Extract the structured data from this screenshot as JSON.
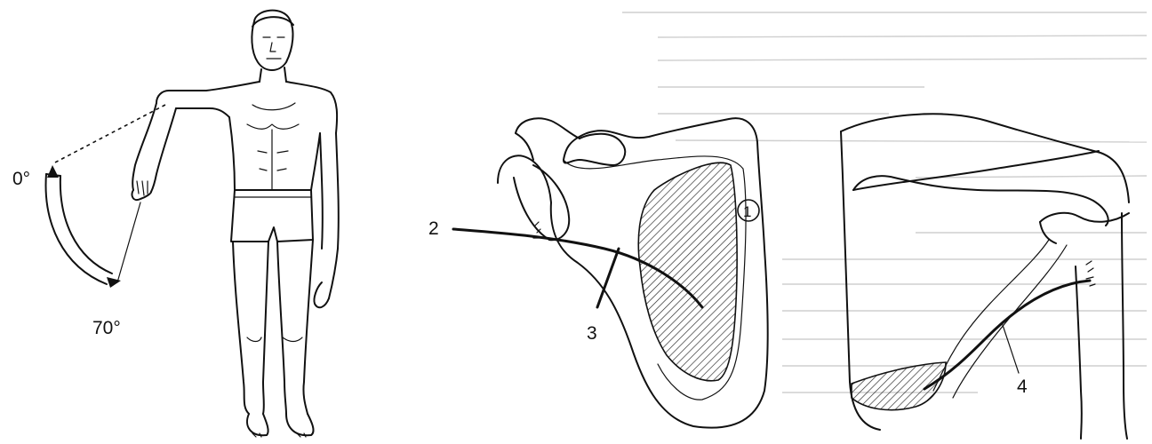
{
  "figure": {
    "left_panel": {
      "angle_start_label": "0°",
      "angle_end_label": "70°"
    },
    "middle_panel": {
      "callout_1": "1",
      "callout_2": "2",
      "callout_3": "3"
    },
    "right_panel": {
      "callout_4": "4"
    }
  }
}
